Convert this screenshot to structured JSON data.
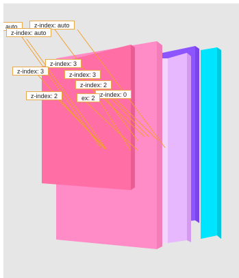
{
  "colors": {
    "viewport_bg": "#e6e6e6",
    "cyan_layer": "#00e5ff",
    "purple_layer": "#8c55ff",
    "lavender_layer": "#e8b8ff",
    "pink_layer": "#ff8cc6",
    "hot_pink_layer": "#ff6fa5",
    "label_border": "#e8a94a",
    "leader_line": "#f0a030"
  },
  "labels": {
    "l1": "auto",
    "l2": "z-index: auto",
    "l3": "z-index: auto",
    "l4": "z-index: 3",
    "l5": "z-index: 3",
    "l6": "z-index: 3",
    "l7": "z-index: 2",
    "l8": "z-index: 0",
    "l9": "z-index: 2",
    "l10": "ex: 2"
  }
}
